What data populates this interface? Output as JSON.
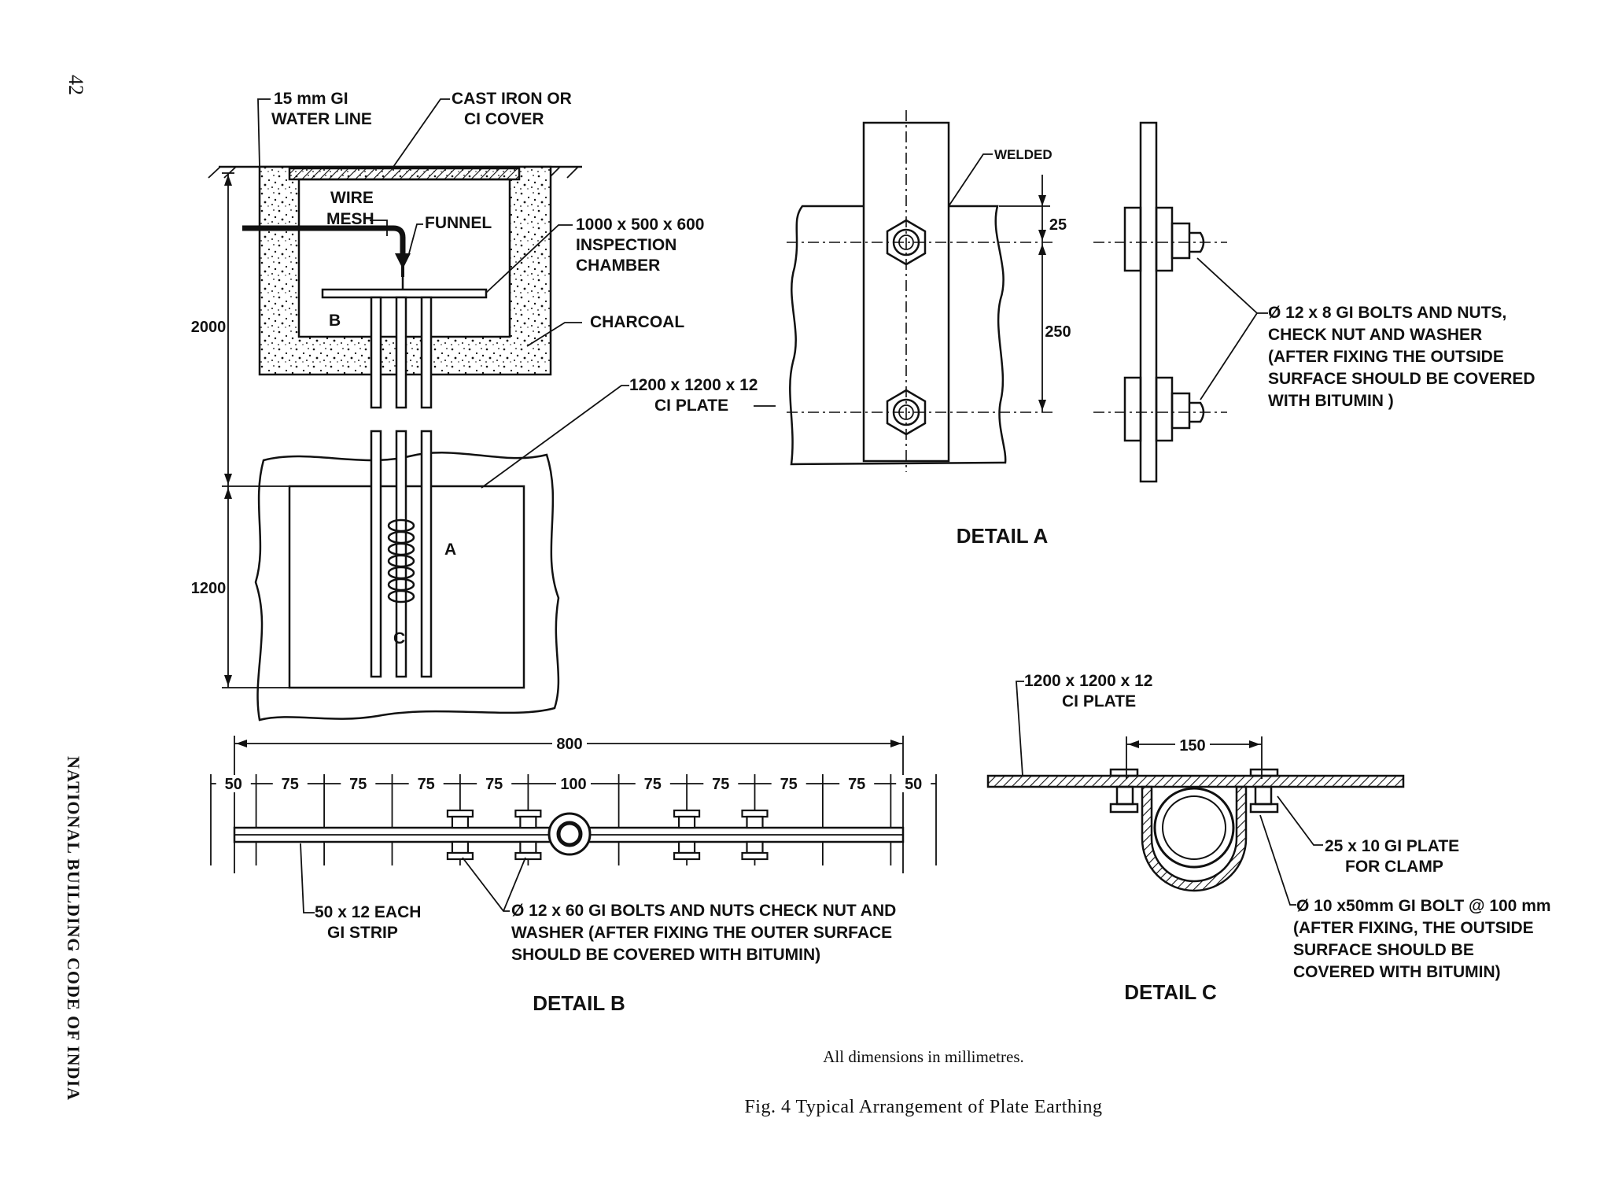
{
  "page": {
    "page_number": "42",
    "running_title": "NATIONAL BUILDING CODE OF INDIA",
    "note": "All dimensions in millimetres.",
    "figure_caption": "Fig. 4 Typical Arrangement of Plate Earthing"
  },
  "main_section": {
    "labels": {
      "water_line_1": "15 mm GI",
      "water_line_2": "WATER LINE",
      "cover_1": "CAST IRON OR",
      "cover_2": "CI COVER",
      "wire_mesh_1": "WIRE",
      "wire_mesh_2": "MESH",
      "funnel": "FUNNEL",
      "chamber_1": "1000 x 500 x 600",
      "chamber_2": "INSPECTION",
      "chamber_3": "CHAMBER",
      "charcoal": "CHARCOAL",
      "plate_1": "1200 x 1200 x 12",
      "plate_2": "CI PLATE",
      "marker_b": "B",
      "marker_a": "A",
      "marker_c": "C"
    },
    "dimensions": {
      "depth": "2000",
      "plate_height": "1200"
    }
  },
  "detail_a": {
    "title": "DETAIL A",
    "welded": "WELDED",
    "dim_top": "25",
    "dim_spacing": "250",
    "bolts_1": "Ø 12 x 8 GI BOLTS AND  NUTS,",
    "bolts_2": "CHECK NUT AND WASHER",
    "bolts_3": "(AFTER FIXING THE OUTSIDE",
    "bolts_4": "SURFACE  SHOULD BE COVERED",
    "bolts_5": "WITH  BITUMIN )"
  },
  "detail_b": {
    "title": "DETAIL  B",
    "overall": "800",
    "spacing": [
      "50",
      "75",
      "75",
      "75",
      "75",
      "100",
      "75",
      "75",
      "75",
      "75",
      "50"
    ],
    "strip_1": "50 x 12 EACH",
    "strip_2": "GI STRIP",
    "bolts_1": "Ø 12 x 60  GI BOLTS AND NUTS CHECK NUT AND",
    "bolts_2": "WASHER (AFTER FIXING THE OUTER SURFACE",
    "bolts_3": "SHOULD  BE COVERED WITH  BITUMIN)"
  },
  "detail_c": {
    "title": "DETAIL  C",
    "plate_1": "1200 x 1200 x 12",
    "plate_2": "CI PLATE",
    "dim": "150",
    "clamp_1": "25 x 10 GI PLATE",
    "clamp_2": "FOR CLAMP",
    "bolt_1": "Ø 10 x50mm GI BOLT  @ 100 mm",
    "bolt_2": "(AFTER FIXING, THE OUTSIDE",
    "bolt_3": "SURFACE  SHOULD BE",
    "bolt_4": "COVERED WITH BITUMIN)"
  }
}
